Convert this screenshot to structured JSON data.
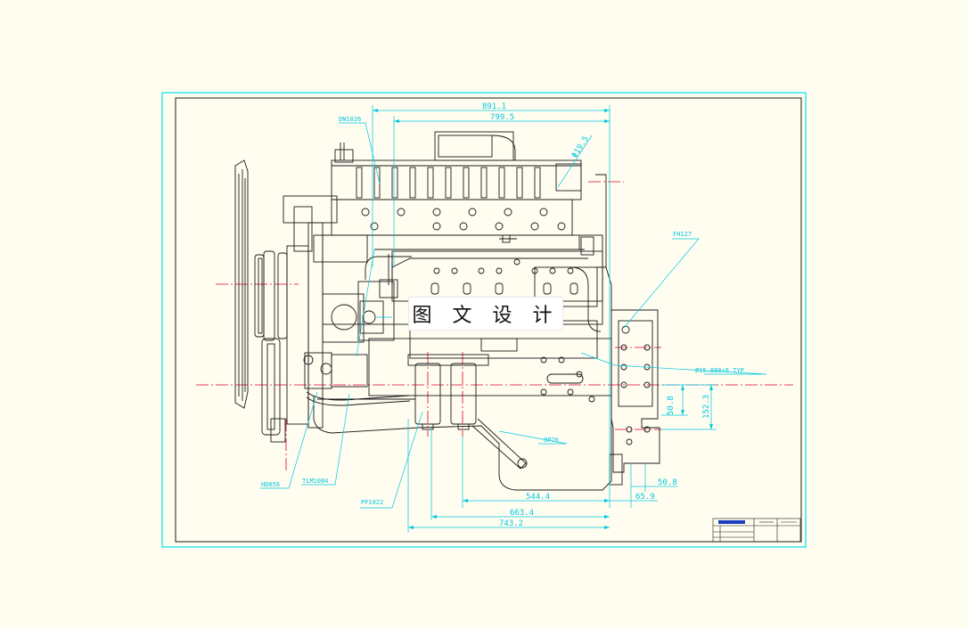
{
  "colors": {
    "background": "#fffdf0",
    "frame_cyan": "#00e0f0",
    "dimension_cyan": "#00c8e0",
    "outline": "#1a1a1a",
    "centerline_red": "#e0002a"
  },
  "watermark": {
    "text": "图 文 设 计"
  },
  "dimensions": {
    "d_891_1": "891.1",
    "d_799_5": "799.5",
    "d_544_4": "544.4",
    "d_663_4": "663.4",
    "d_743_2": "743.2",
    "d_65_9": "65.9",
    "d_50_8_bottom": "50.8",
    "d_50_8_vertical": "50.8",
    "d_152_3": "152.3",
    "d_diagonal": "Φ19.5"
  },
  "labels": {
    "dn1026": "DN1026",
    "fh127": "FH127",
    "hole_note": "Ø15.888×8  TYP",
    "hd056": "HD056",
    "tlm1084": "TLM1084",
    "pf1022": "PF1022",
    "op76": "OP76"
  }
}
